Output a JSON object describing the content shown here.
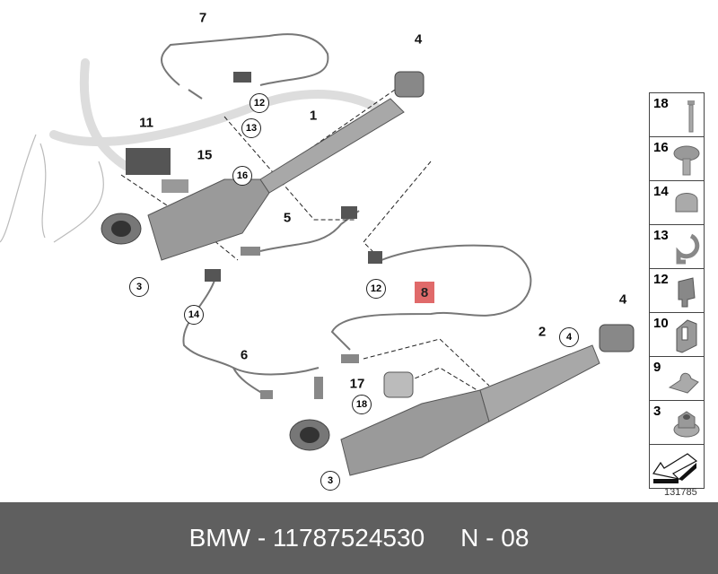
{
  "diagram": {
    "callouts_plain": [
      "7",
      "4",
      "11",
      "1",
      "15",
      "5",
      "6",
      "17",
      "2",
      "4"
    ],
    "callouts_circled": [
      "12",
      "13",
      "16",
      "3",
      "14",
      "12",
      "4",
      "18",
      "3"
    ],
    "highlighted_callout": "8",
    "highlight_color": "#e06a6a",
    "legend": [
      {
        "num": "18",
        "icon": "bolt-icon"
      },
      {
        "num": "16",
        "icon": "flange-screw-icon"
      },
      {
        "num": "14",
        "icon": "clip-icon"
      },
      {
        "num": "13",
        "icon": "clamp-clip-icon"
      },
      {
        "num": "12",
        "icon": "cable-clip-icon"
      },
      {
        "num": "10",
        "icon": "bracket-icon"
      },
      {
        "num": "9",
        "icon": "spring-clip-icon"
      },
      {
        "num": "3",
        "icon": "flange-nut-icon"
      },
      {
        "num": "",
        "icon": "arrow-icon"
      }
    ],
    "image_number": "131785"
  },
  "footer": {
    "brand": "BMW - 11787524530",
    "ref": "N - 08"
  }
}
